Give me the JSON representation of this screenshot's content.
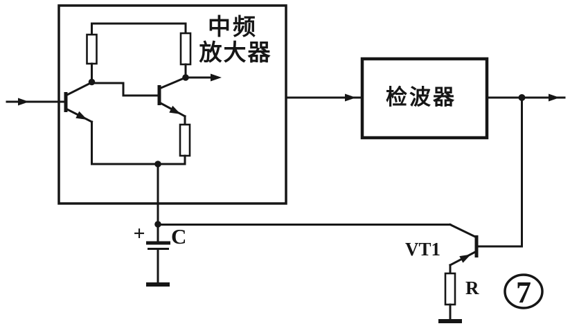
{
  "figure": {
    "badge_number": "7",
    "if_amplifier": {
      "label_line1": "中频",
      "label_line2": "放大器"
    },
    "detector": {
      "label": "检波器"
    },
    "agc": {
      "transistor_label": "VT1",
      "resistor_label": "R"
    },
    "filter": {
      "polarity_sign": "+",
      "capacitor_label": "C"
    },
    "colors": {
      "ink": "#161616",
      "paper": "#ffffff"
    }
  }
}
